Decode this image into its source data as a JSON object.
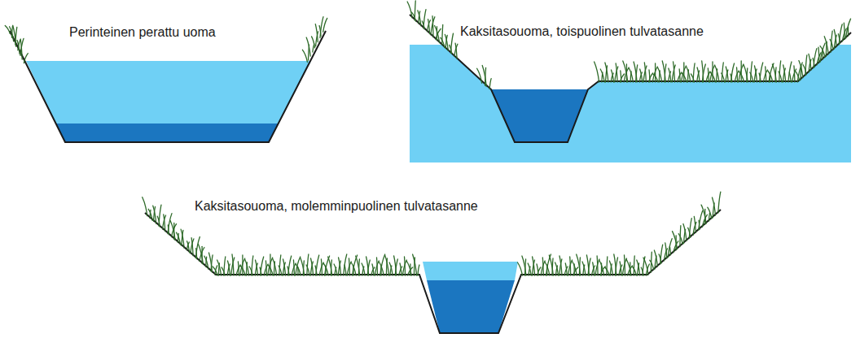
{
  "diagram": {
    "labels": [
      "Perinteinen perattu uoma",
      "Kaksitasouoma, toispuolinen tulvatasanne",
      "Kaksitasouoma, molemminpuolinen tulvatasanne"
    ]
  }
}
